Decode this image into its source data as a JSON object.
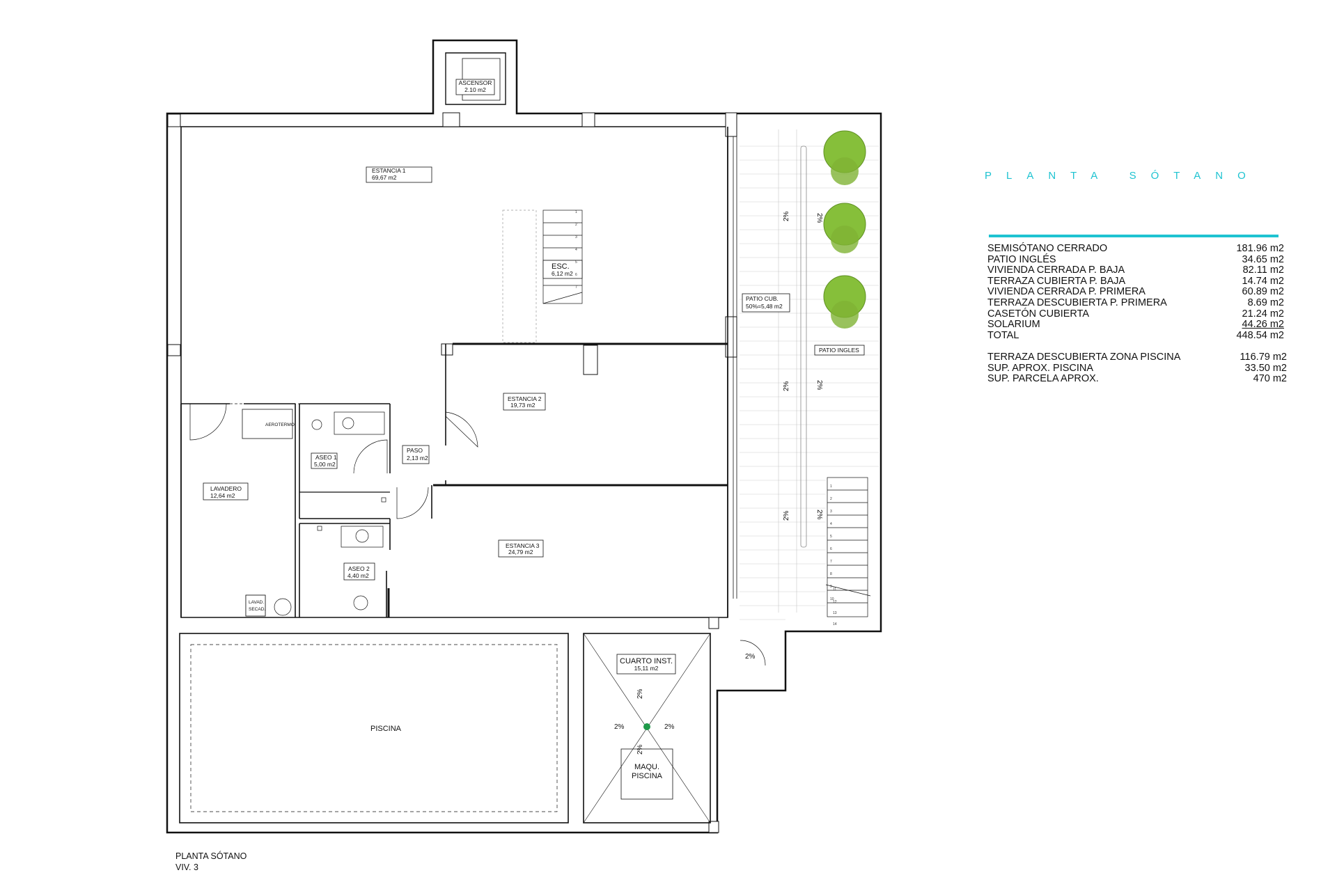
{
  "rooms": {
    "ascensor": {
      "name": "ASCENSOR",
      "area": "2.10 m2"
    },
    "estancia1": {
      "name": "ESTANCIA 1",
      "area": "69,67 m2"
    },
    "esc": {
      "name": "ESC.",
      "area": "6,12 m2"
    },
    "patio_cub": {
      "name": "PATIO CUB.",
      "area": "50%=5,48 m2"
    },
    "patio_ingles": {
      "name": "PATIO INGLES"
    },
    "estancia2": {
      "name": "ESTANCIA 2",
      "area": "19,73 m2"
    },
    "aerotermo": {
      "name": "AEROTERMO"
    },
    "aseo1": {
      "name": "ASEO 1",
      "area": "5,00 m2"
    },
    "paso": {
      "name": "PASO",
      "area": "2,13 m2"
    },
    "lavadero": {
      "name": "LAVADERO",
      "area": "12,64 m2"
    },
    "estancia3": {
      "name": "ESTANCIA 3",
      "area": "24,79 m2"
    },
    "aseo2": {
      "name": "ASEO 2",
      "area": "4,40 m2"
    },
    "lavad_secad": {
      "line1": "LAVAD.",
      "line2": "SECAD."
    },
    "piscina": {
      "name": "PISCINA"
    },
    "cuarto_inst": {
      "name": "CUARTO INST.",
      "area": "15,11 m2"
    },
    "maqu_piscina": {
      "line1": "MAQU.",
      "line2": "PISCINA"
    }
  },
  "slope_label": "2%",
  "stair_steps": [
    "1",
    "2",
    "3",
    "4",
    "5",
    "6",
    "7",
    "8",
    "9",
    "10",
    "11",
    "12",
    "13",
    "14"
  ],
  "header": {
    "title": "PLANTA SÓTANO",
    "accent_color": "#1ec3d1"
  },
  "areas": [
    {
      "label": "SEMISÓTANO CERRADO",
      "value": "181.96 m2"
    },
    {
      "label": "PATIO INGLÉS",
      "value": "34.65 m2"
    },
    {
      "label": "VIVIENDA CERRADA P. BAJA",
      "value": "82.11 m2"
    },
    {
      "label": "TERRAZA CUBIERTA P. BAJA",
      "value": "14.74 m2"
    },
    {
      "label": "VIVIENDA CERRADA P. PRIMERA",
      "value": "60.89 m2"
    },
    {
      "label": "TERRAZA DESCUBIERTA P. PRIMERA",
      "value": "8.69 m2"
    },
    {
      "label": "CASETÓN CUBIERTA",
      "value": "21.24 m2"
    },
    {
      "label": "SOLARIUM",
      "value": "44.26 m2"
    },
    {
      "label": "TOTAL",
      "value": "448.54 m2"
    }
  ],
  "extras": [
    {
      "label": "TERRAZA DESCUBIERTA  ZONA PISCINA",
      "value": "116.79  m2"
    },
    {
      "label": "SUP.  APROX.  PISCINA",
      "value": "33.50 m2"
    },
    {
      "label": "SUP. PARCELA APROX.",
      "value": "470 m2"
    }
  ],
  "caption": {
    "line1": "PLANTA SÓTANO",
    "line2": "VIV. 3"
  }
}
